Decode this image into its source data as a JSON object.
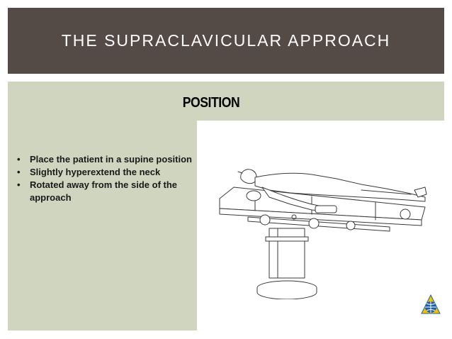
{
  "slide": {
    "title": "THE SUPRACLAVICULAR APPROACH",
    "subtitle": "POSITION",
    "bullets": [
      "Place the patient in a supine position",
      "Slightly hyperextend the neck",
      "Rotated away from the side of the approach"
    ]
  },
  "illustration": {
    "icon": "patient-supine-on-operating-table-illustration"
  },
  "logo": {
    "icon": "globe-triangle-logo-icon"
  },
  "colors": {
    "title_bar": "#544a46",
    "panel": "#cfd5bf",
    "logo_yellow": "#f2c200",
    "logo_blue": "#1f5fa6"
  }
}
